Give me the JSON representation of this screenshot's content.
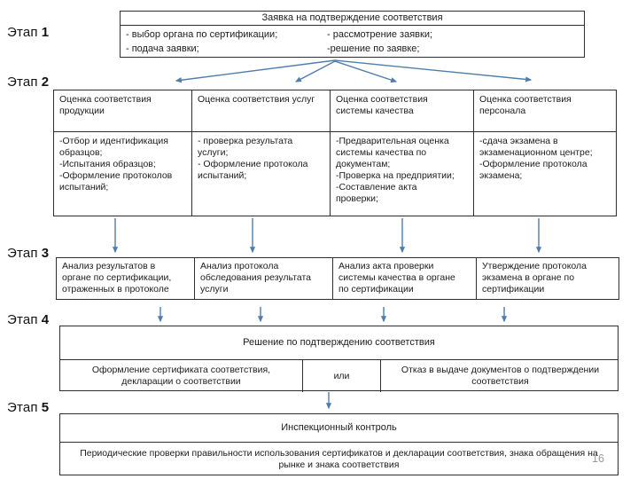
{
  "colors": {
    "arrow": "#4f7dab",
    "border": "#2e2e2e",
    "text": "#1c1c1c",
    "page_number_gray": "#9a9a9a",
    "background": "#ffffff"
  },
  "stage_labels": [
    {
      "word": "Этап",
      "num": "1"
    },
    {
      "word": "Этап",
      "num": "2"
    },
    {
      "word": "Этап",
      "num": "3"
    },
    {
      "word": "Этап",
      "num": "4"
    },
    {
      "word": "Этап",
      "num": "5"
    }
  ],
  "stage1": {
    "title": "Заявка на подтверждение соответствия",
    "left_items": "- выбор органа по сертификации;\n- подача заявки;",
    "right_items": "- рассмотрение заявки;\n-решение по заявке;"
  },
  "stage2": {
    "columns": [
      {
        "header": "Оценка соответствия\nпродукции",
        "items": "-Отбор и идентификация\nобразцов;\n-Испытания образцов;\n-Оформление протоколов\nиспытаний;"
      },
      {
        "header": "Оценка соответствия услуг",
        "items": "- проверка результата\nуслуги;\n- Оформление протокола\nиспытаний;"
      },
      {
        "header": "Оценка соответствия\nсистемы качества",
        "items": "-Предварительная оценка\nсистемы качества по\nдокументам;\n-Проверка на предприятии;\n-Составление акта\nпроверки;"
      },
      {
        "header": "Оценка соответствия\nперсонала",
        "items": "-сдача экзамена в\nэкзаменационном центре;\n-Оформление протокола\nэкзамена;"
      }
    ]
  },
  "stage3": {
    "boxes": [
      "Анализ результатов в\nоргане по сертификации,\nотраженных в протоколе",
      "Анализ протокола\nобследования результата\nуслуги",
      "Анализ акта проверки\nсистемы качества в органе\nпо сертификации",
      "Утверждение протокола\nэкзамена в органе по\nсертификации"
    ]
  },
  "stage4": {
    "decision": "Решение по подтверждению соответствия",
    "left": "Оформление сертификата соответствия,\nдекларации о соответствии",
    "or": "или",
    "right": "Отказ в выдаче документов о подтверждении\nсоответствия"
  },
  "stage5": {
    "title": "Инспекционный контроль",
    "body": "Периодические проверки правильности использования сертификатов и декларации соответствия, знака обращения на\nрынке и знака соответствия"
  },
  "footer": {
    "page_number": "16"
  }
}
